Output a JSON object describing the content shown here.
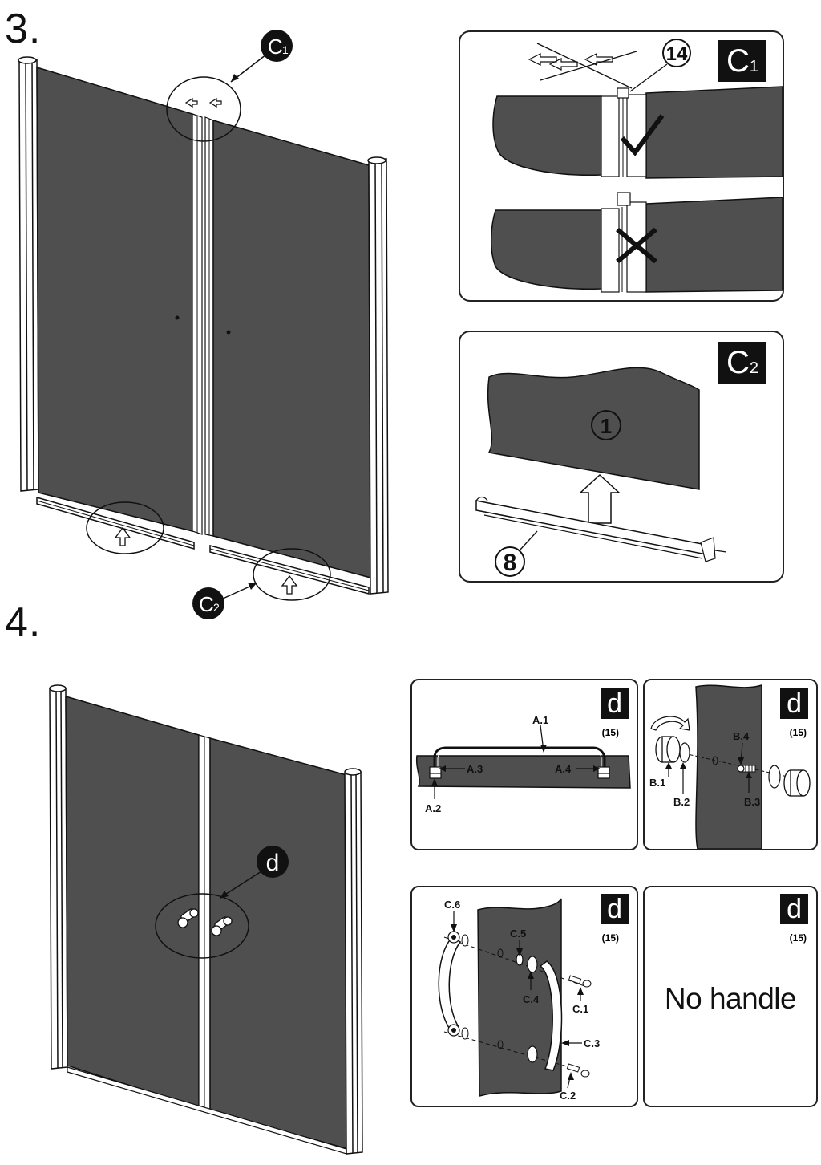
{
  "steps": {
    "step3": "3.",
    "step4": "4."
  },
  "callouts": {
    "c1": {
      "main": "C",
      "sub": "1"
    },
    "c2": {
      "main": "C",
      "sub": "2"
    },
    "d": "d"
  },
  "panels": {
    "c1": {
      "tag_main": "C",
      "tag_sub": "1",
      "part_number": "14"
    },
    "c2": {
      "tag_main": "C",
      "tag_sub": "2",
      "part_glass": "1",
      "part_seal": "8"
    },
    "d1": {
      "tag": "d",
      "qty": "(15)",
      "labels": {
        "a1": "A.1",
        "a2": "A.2",
        "a3": "A.3",
        "a4": "A.4"
      }
    },
    "d2": {
      "tag": "d",
      "qty": "(15)",
      "labels": {
        "b1": "B.1",
        "b2": "B.2",
        "b3": "B.3",
        "b4": "B.4"
      }
    },
    "d3": {
      "tag": "d",
      "qty": "(15)",
      "labels": {
        "c1": "C.1",
        "c2": "C.2",
        "c3": "C.3",
        "c4": "C.4",
        "c5": "C.5",
        "c6": "C.6"
      }
    },
    "d4": {
      "tag": "d",
      "qty": "(15)",
      "text": "No handle"
    }
  },
  "colors": {
    "glass": "#4f4f4f",
    "line": "#111111",
    "tag_bg": "#111111"
  }
}
